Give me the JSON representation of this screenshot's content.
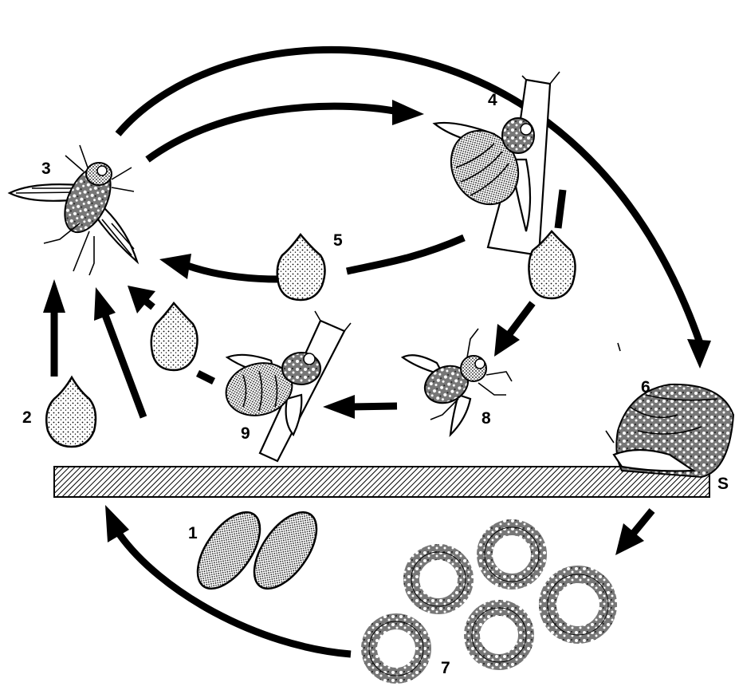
{
  "labels": {
    "stage1": "1",
    "stage2": "2",
    "stage3": "3",
    "stage4": "4",
    "stage5": "5",
    "stage6": "6",
    "stage7": "7",
    "stage8": "8",
    "stage9": "9",
    "soil": "S"
  },
  "colors": {
    "ink": "#000000",
    "background": "#ffffff"
  }
}
